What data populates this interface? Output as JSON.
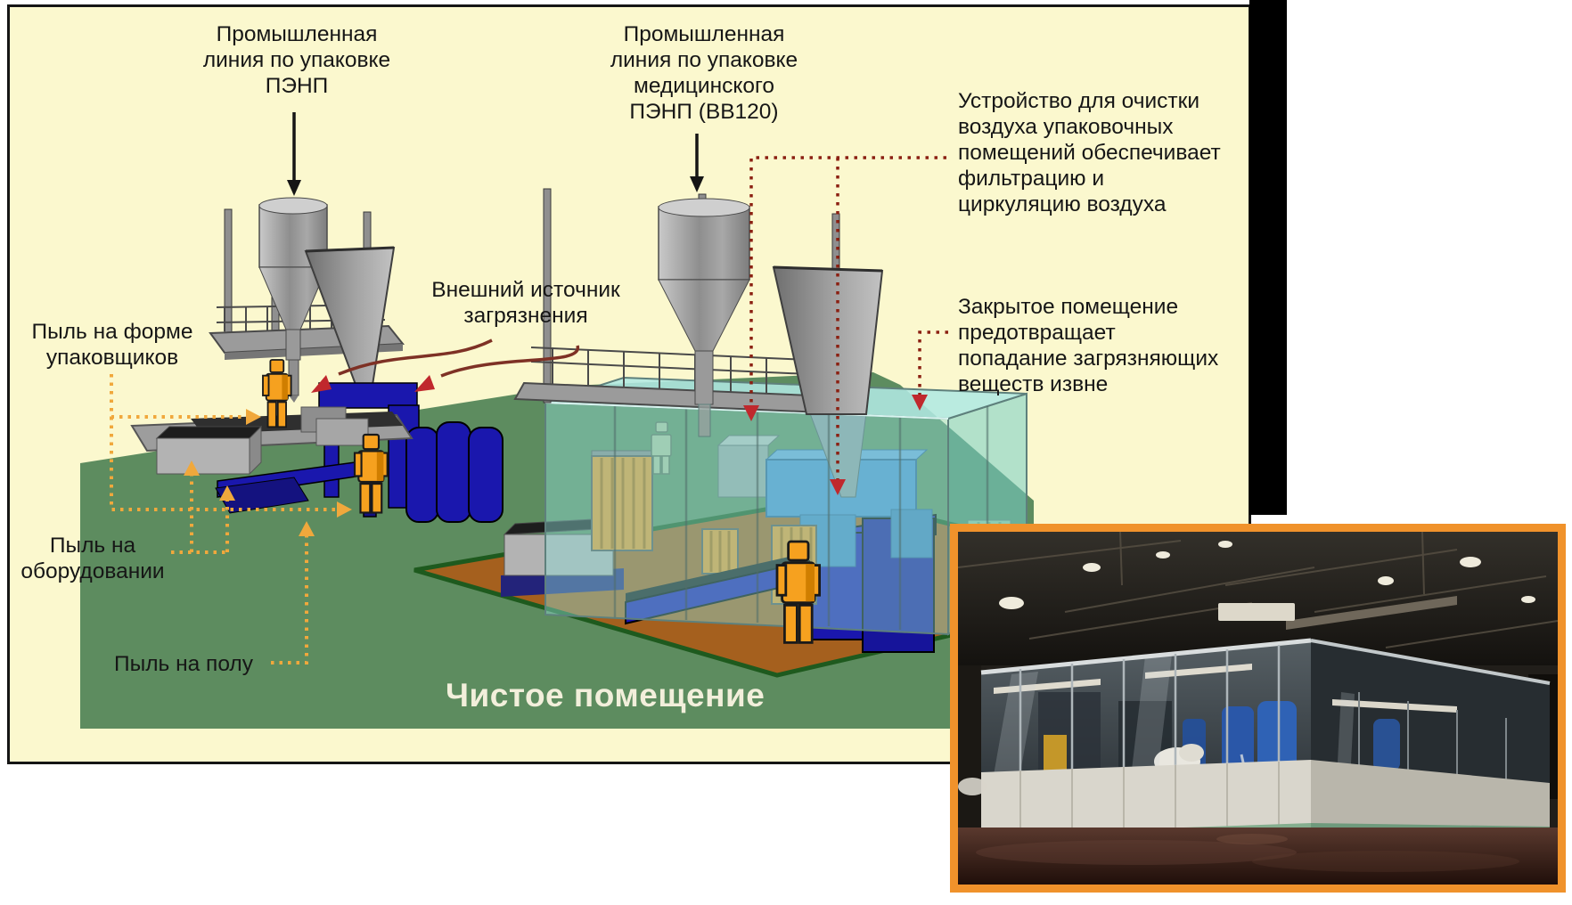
{
  "diagram": {
    "labels": {
      "line_penp": {
        "lines": [
          "Промышленная",
          "линия по упаковке",
          "ПЭНП"
        ]
      },
      "line_med": {
        "lines": [
          "Промышленная",
          "линия по упаковке",
          "медицинского",
          "ПЭНП (BB120)"
        ]
      },
      "air_device": {
        "lines": [
          "Устройство для очистки",
          "воздуха упаковочных",
          "помещений обеспечивает",
          "фильтрацию и",
          "циркуляцию воздуха"
        ]
      },
      "external_source": {
        "lines": [
          "Внешний источник",
          "загрязнения"
        ]
      },
      "dust_form": {
        "lines": [
          "Пыль на форме",
          "упаковщиков"
        ]
      },
      "closed_room": {
        "lines": [
          "Закрытое помещение",
          "предотвращает",
          "попадание загрязняющих",
          "веществ извне"
        ]
      },
      "dust_equipment": {
        "lines": [
          "Пыль на",
          "оборудовании"
        ]
      },
      "dust_floor": {
        "lines": [
          "Пыль на полу"
        ]
      },
      "clean_room_title": "Чистое помещение"
    },
    "colors": {
      "panel_bg": "#FBF8CE",
      "ground_green": "#5D8C5F",
      "floor_brown": "#A5601E",
      "machine_navy": "#1A17AD",
      "machine_blue": "#4A8FD0",
      "enclosure_teal": "#8CDCD6",
      "worker_orange": "#F6A11F",
      "dust_path_orange": "#F0A83C",
      "alert_arrow_red": "#C0282D",
      "dotted_line_darkred": "#8B2012",
      "photo_border_orange": "#F0922B"
    }
  }
}
